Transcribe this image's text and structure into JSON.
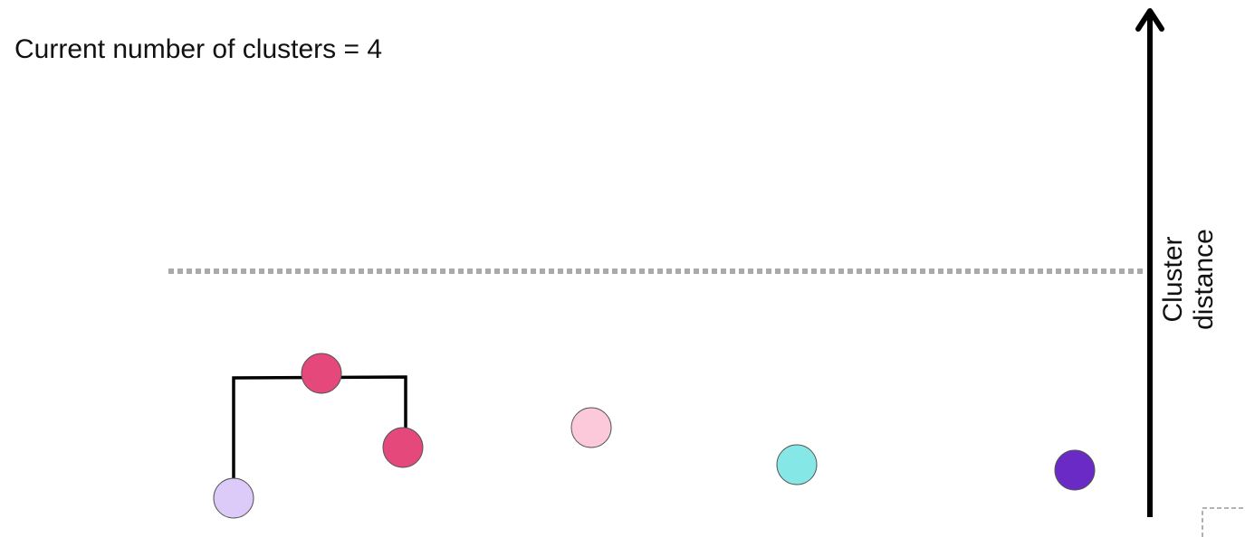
{
  "header": {
    "text": "Current number of clusters = 4"
  },
  "axis": {
    "label_line1": "Cluster",
    "label_line2": "distance"
  },
  "colors": {
    "lavender": "#dccbf8",
    "crimson": "#e5487a",
    "pink": "#fbc9da",
    "cyan": "#86e8e6",
    "purple": "#6a2ac6",
    "threshold": "#aaaaaa",
    "ink": "#000000"
  },
  "nodes": [
    {
      "name": "node-lavender",
      "color": "lavender"
    },
    {
      "name": "node-merged",
      "color": "crimson"
    },
    {
      "name": "node-crimson",
      "color": "crimson"
    },
    {
      "name": "node-pink",
      "color": "pink"
    },
    {
      "name": "node-cyan",
      "color": "cyan"
    },
    {
      "name": "node-purple",
      "color": "purple"
    }
  ]
}
